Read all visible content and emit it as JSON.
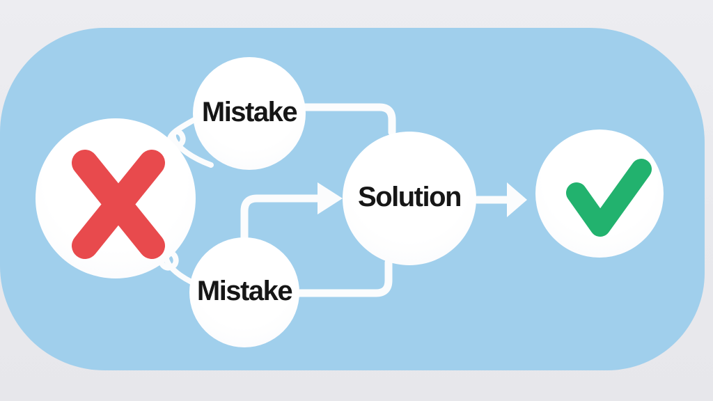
{
  "colors": {
    "background_top": "#ededf1",
    "background_bottom": "#e7e7eb",
    "panel": "#a0cfec",
    "node_fill": "#fdfdfe",
    "connector": "#fbfcfd",
    "error": "#e84a4d",
    "success": "#22b26e",
    "text": "#161616"
  },
  "diagram": {
    "nodes": {
      "error": {
        "id": "error",
        "icon": "x-icon"
      },
      "mistake_top": {
        "id": "mistake-top",
        "label": "Mistake"
      },
      "mistake_bottom": {
        "id": "mistake-bottom",
        "label": "Mistake"
      },
      "solution": {
        "id": "solution",
        "label": "Solution"
      },
      "success": {
        "id": "success",
        "icon": "check-icon"
      }
    },
    "edges": [
      {
        "from": "error",
        "to": "mistake-top",
        "style": "loop-curl",
        "arrow": false
      },
      {
        "from": "error",
        "to": "mistake-bottom",
        "style": "loop-curl",
        "arrow": false
      },
      {
        "from": "mistake-top",
        "to": "solution",
        "style": "elbow",
        "arrow": false
      },
      {
        "from": "mistake-bottom",
        "to": "solution",
        "style": "elbow",
        "arrow": false
      },
      {
        "from": "mistake-bottom",
        "to": "solution",
        "style": "elbow",
        "arrow": true
      },
      {
        "from": "solution",
        "to": "success",
        "style": "straight",
        "arrow": true
      }
    ]
  }
}
